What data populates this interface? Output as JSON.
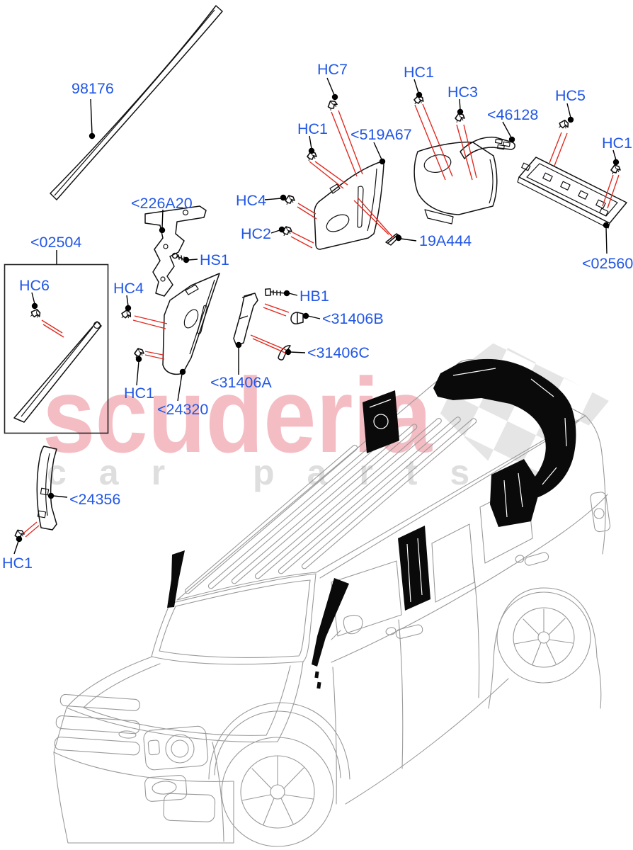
{
  "watermark": {
    "brand": "scuderia",
    "sub": "car parts"
  },
  "colors": {
    "label_blue": "#2257e6",
    "pointer_red": "#e02b22",
    "leader_black": "#000000",
    "watermark_pink": "#f4bdc4",
    "watermark_gray": "#dedede",
    "car_outline_gray": "#9a9a9a",
    "trim_black": "#0a0a0a"
  },
  "labels": [
    {
      "id": "98176",
      "text": "98176"
    },
    {
      "id": "hc7",
      "text": "HC7"
    },
    {
      "id": "hc1-1",
      "text": "HC1"
    },
    {
      "id": "hc3",
      "text": "HC3"
    },
    {
      "id": "hc5",
      "text": "HC5"
    },
    {
      "id": "46128",
      "text": "<46128"
    },
    {
      "id": "hc1-2",
      "text": "HC1"
    },
    {
      "id": "519a67",
      "text": "<519A67"
    },
    {
      "id": "hc1-3",
      "text": "HC1"
    },
    {
      "id": "226a20",
      "text": "<226A20"
    },
    {
      "id": "hc4-1",
      "text": "HC4"
    },
    {
      "id": "hc2",
      "text": "HC2"
    },
    {
      "id": "19a444",
      "text": "19A444"
    },
    {
      "id": "02560",
      "text": "<02560"
    },
    {
      "id": "02504",
      "text": "<02504"
    },
    {
      "id": "hc6",
      "text": "HC6"
    },
    {
      "id": "hc4-2",
      "text": "HC4"
    },
    {
      "id": "hs1",
      "text": "HS1"
    },
    {
      "id": "hb1",
      "text": "HB1"
    },
    {
      "id": "31406b",
      "text": "<31406B"
    },
    {
      "id": "31406c",
      "text": "<31406C"
    },
    {
      "id": "31406a",
      "text": "<31406A"
    },
    {
      "id": "hc1-4",
      "text": "HC1"
    },
    {
      "id": "24320",
      "text": "<24320"
    },
    {
      "id": "24356",
      "text": "<24356"
    },
    {
      "id": "hc1-5",
      "text": "HC1"
    }
  ]
}
